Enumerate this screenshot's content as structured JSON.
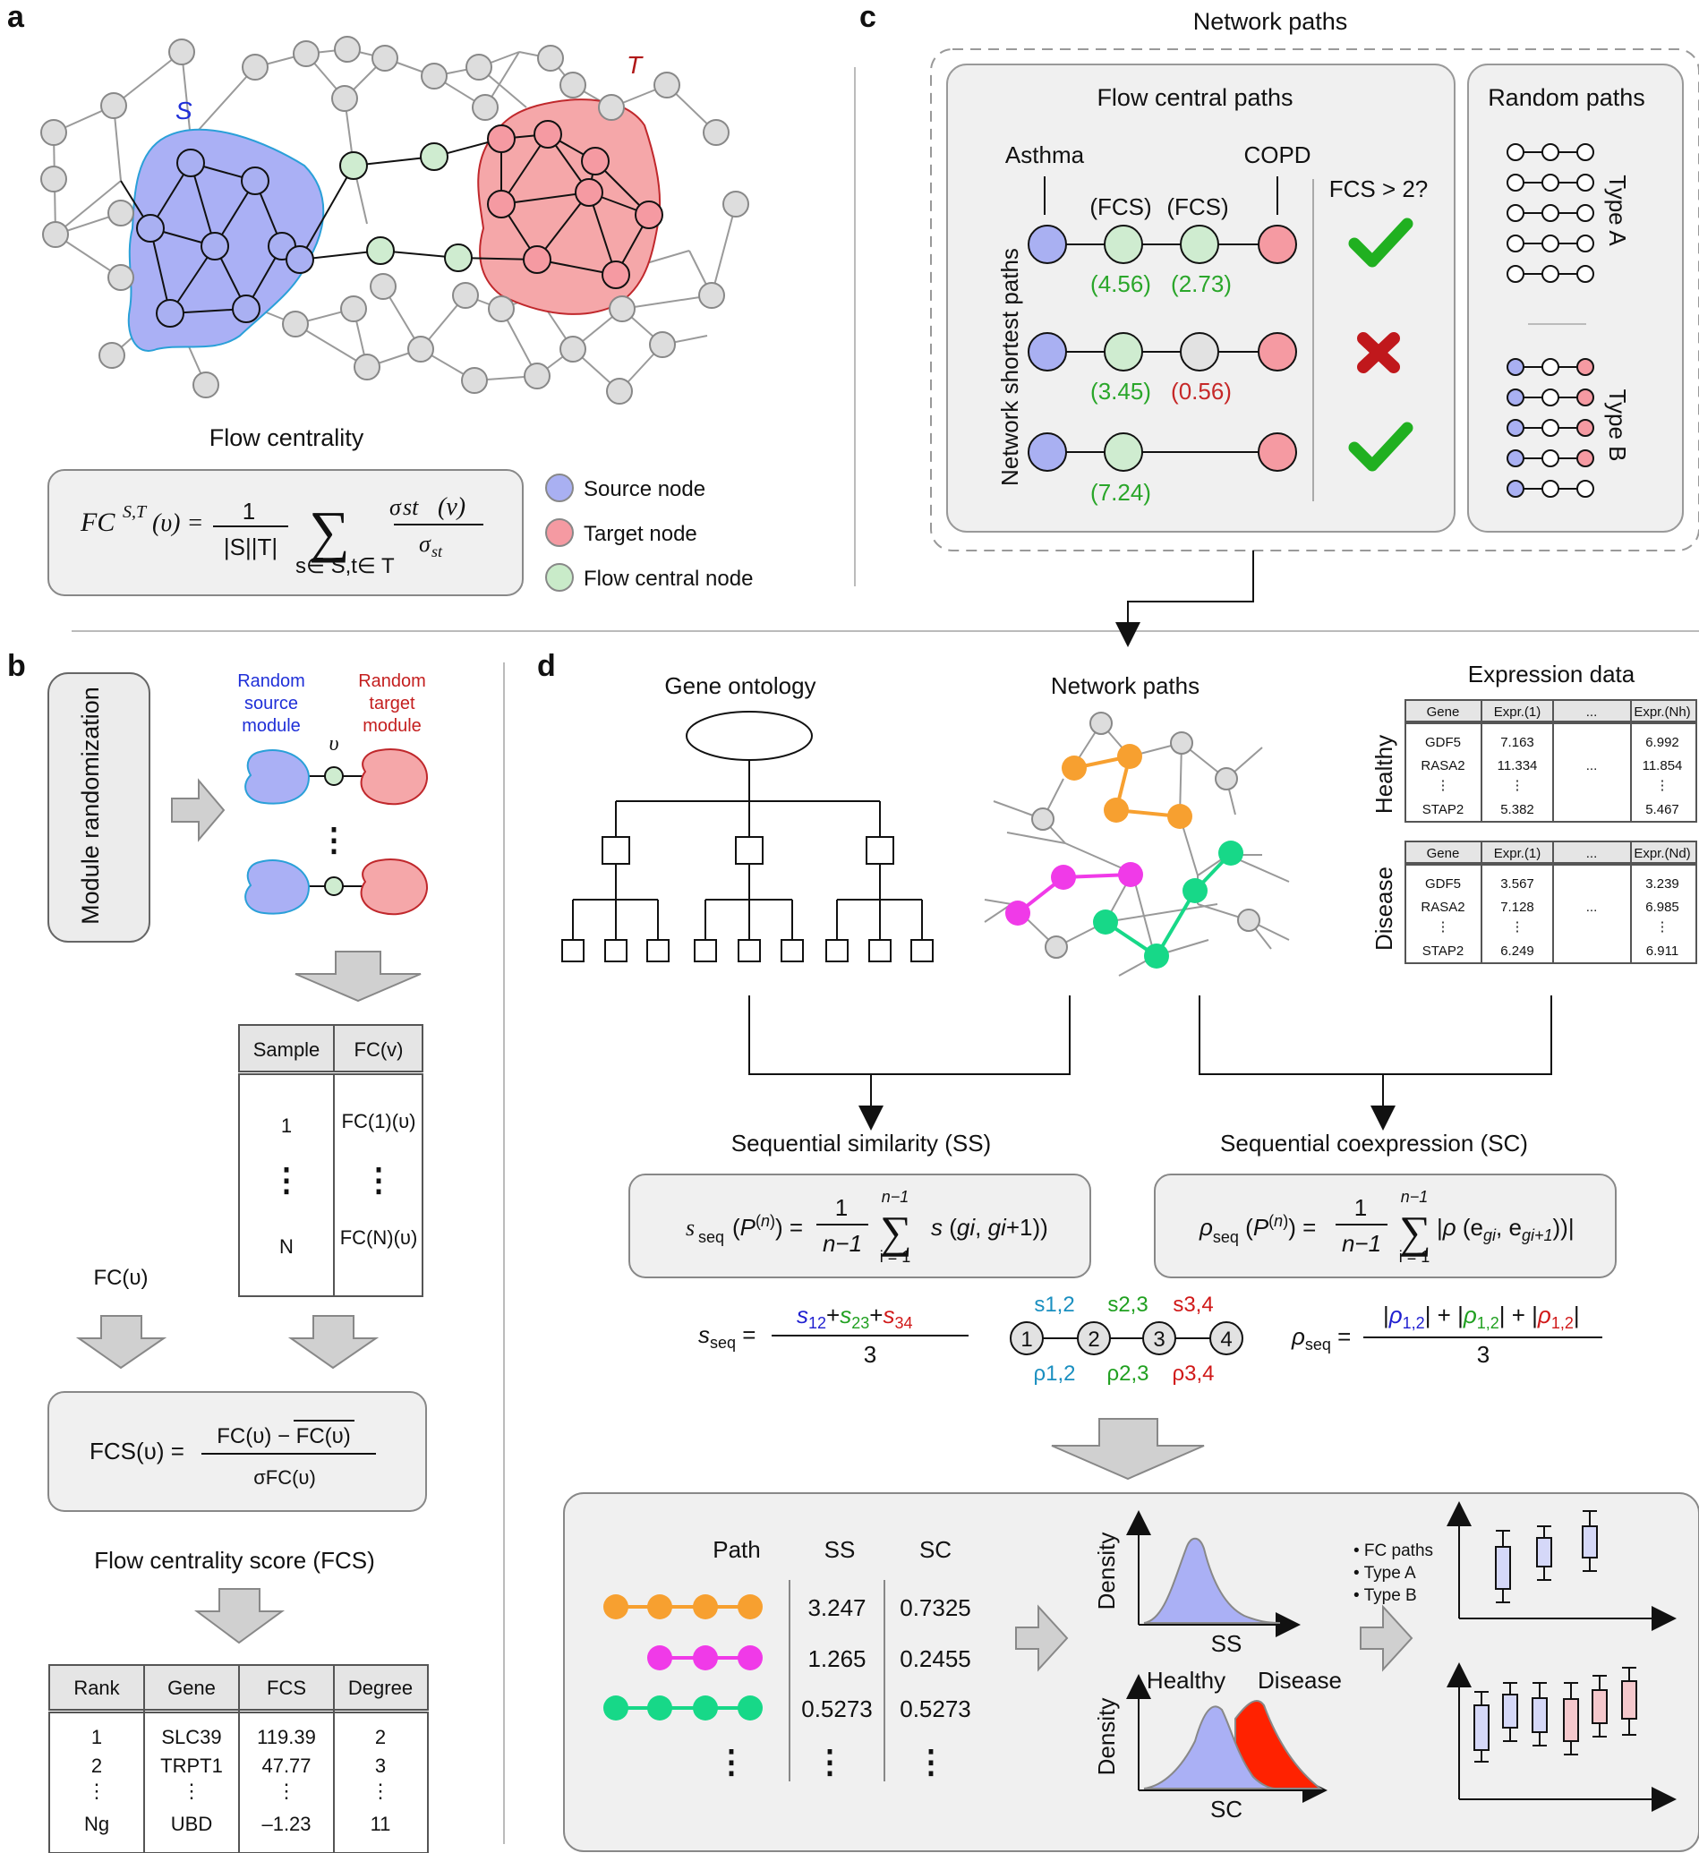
{
  "panel_a": {
    "label": "a",
    "set_source": "S",
    "set_target": "T",
    "title": "Flow centrality",
    "formula": {
      "lhs": "FC",
      "lhs_sup": "S,T",
      "lhs_arg": "(υ) =",
      "frac_num": "1",
      "frac_den": "|S||T|",
      "sum_sub": "s∈ S,t∈ T",
      "sigma_num": "σ",
      "sigma_num_sub": "st",
      "sigma_num_arg": "(v)",
      "sigma_den": "σ",
      "sigma_den_sub": "st"
    },
    "legend": [
      {
        "label": "Source node",
        "color": "#a9b0f2"
      },
      {
        "label": "Target node",
        "color": "#f59aa2"
      },
      {
        "label": "Flow central node",
        "color": "#c9ebc9"
      }
    ],
    "colors": {
      "source_module": "#aab0f5",
      "source_outline": "#2aa0d8",
      "target_module": "#f5a7a9",
      "target_outline": "#c0282c",
      "gray_node": "#dddddd",
      "green_node": "#cfecd0"
    }
  },
  "panel_b": {
    "label": "b",
    "randomization_label": "Module randomization",
    "random_source": [
      "Random",
      "source",
      "module"
    ],
    "random_target": [
      "Random",
      "target",
      "module"
    ],
    "node_label": "υ",
    "vertical_dots": "⋮",
    "sample_table": {
      "headers": [
        "Sample",
        "FC(v)"
      ],
      "rows": [
        [
          "1",
          "FC(1)(υ)"
        ],
        [
          "⋮",
          "⋮"
        ],
        [
          "N",
          "FC(N)(υ)"
        ]
      ]
    },
    "fc_label": "FC(υ)",
    "fcs_formula": {
      "lhs": "FCS(υ) =",
      "num": "FC(υ) − FC(υ)",
      "den": "σFC(υ)"
    },
    "fcs_title": "Flow centrality score (FCS)",
    "rank_table": {
      "headers": [
        "Rank",
        "Gene",
        "FCS",
        "Degree"
      ],
      "rows": [
        [
          "1",
          "SLC39",
          "119.39",
          "2"
        ],
        [
          "2",
          "TRPT1",
          "47.77",
          "3"
        ],
        [
          "⋮",
          "⋮",
          "⋮",
          "⋮"
        ],
        [
          "Ng",
          "UBD",
          "–1.23",
          "11"
        ]
      ]
    }
  },
  "panel_c": {
    "label": "c",
    "title": "Network paths",
    "fc_box_title": "Flow central paths",
    "random_box_title": "Random paths",
    "asthma": "Asthma",
    "copd": "COPD",
    "fcs_question": "FCS > 2?",
    "vertical_axis": "Network shortest paths",
    "fcs_tag": "(FCS)",
    "paths": [
      {
        "values": [
          "(4.56)",
          "(2.73)"
        ],
        "pass": true
      },
      {
        "values": [
          "(3.45)",
          "(0.56)"
        ],
        "pass": false
      },
      {
        "values": [
          "(7.24)"
        ],
        "pass": true
      }
    ],
    "type_a": "Type A",
    "type_b": "Type B",
    "colors": {
      "check": "#20b020",
      "cross": "#c0181c",
      "value_green": "#2aa62a",
      "value_red": "#c62828"
    }
  },
  "panel_d": {
    "label": "d",
    "gene_ontology": "Gene ontology",
    "network_paths": "Network paths",
    "expression_title": "Expression data",
    "healthy_label": "Healthy",
    "disease_label": "Disease",
    "expr_headers_healthy": [
      "Gene",
      "Expr.(1)",
      "...",
      "Expr.(Nh)"
    ],
    "expr_headers_disease": [
      "Gene",
      "Expr.(1)",
      "...",
      "Expr.(Nd)"
    ],
    "expr_healthy_rows": [
      [
        "GDF5",
        "7.163",
        "",
        "6.992"
      ],
      [
        "RASA2",
        "11.334",
        "...",
        "11.854"
      ],
      [
        "⋮",
        "⋮",
        "",
        "⋮"
      ],
      [
        "STAP2",
        "5.382",
        "",
        "5.467"
      ]
    ],
    "expr_disease_rows": [
      [
        "GDF5",
        "3.567",
        "",
        "3.239"
      ],
      [
        "RASA2",
        "7.128",
        "...",
        "6.985"
      ],
      [
        "⋮",
        "⋮",
        "",
        "⋮"
      ],
      [
        "STAP2",
        "6.249",
        "",
        "6.911"
      ]
    ],
    "ss_title": "Sequential similarity (SS)",
    "sc_title": "Sequential coexpression (SC)",
    "ss_formula": "sseq (P(n)) = 1/(n−1) Σ s (gi, gi+1))",
    "sc_formula": "ρseq (P(n)) = 1/(n−1) Σ |ρ (egi, egi+1))|",
    "chain_nodes": [
      "1",
      "2",
      "3",
      "4"
    ],
    "chain_s": [
      "s1,2",
      "s2,3",
      "s3,4"
    ],
    "chain_rho": [
      "ρ1,2",
      "ρ2,3",
      "ρ3,4"
    ],
    "ss_example_den": "3",
    "sc_example_den": "3",
    "results_table": {
      "headers": [
        "Path",
        "SS",
        "SC"
      ],
      "rows": [
        [
          "3.247",
          "0.7325"
        ],
        [
          "1.265",
          "0.2455"
        ],
        [
          "0.5273",
          "0.5273"
        ],
        [
          "⋮",
          "⋮"
        ]
      ]
    },
    "density_label": "Density",
    "ss_axis": "SS",
    "sc_axis": "SC",
    "healthy": "Healthy",
    "disease": "Disease",
    "bullets": [
      "• FC paths",
      "• Type A",
      "• Type B"
    ],
    "colors": {
      "orange": "#f7a030",
      "magenta": "#f03ae8",
      "teal": "#17d888",
      "blue_s": "#1f1fd0",
      "green_s": "#20a020",
      "red_s": "#d01818",
      "cyan_s": "#1a8fc0",
      "density_blue": "#aab0f5",
      "density_red": "#ff2200"
    }
  }
}
